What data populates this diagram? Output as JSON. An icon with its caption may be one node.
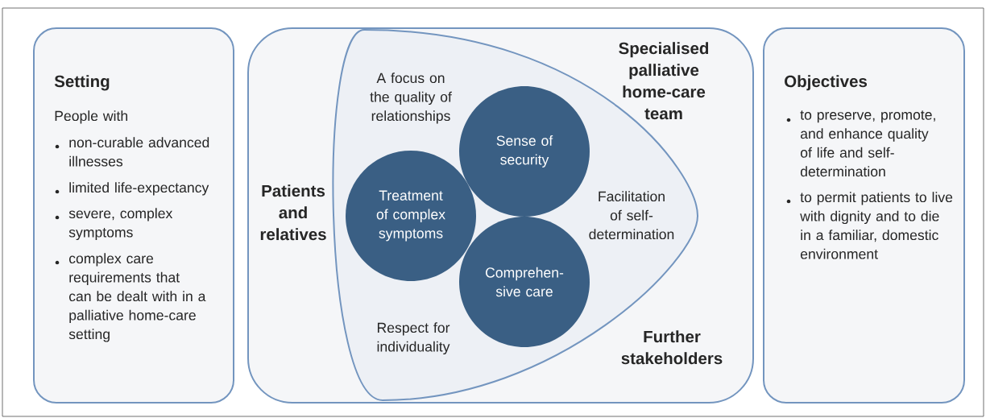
{
  "diagram": {
    "nodes": [
      {
        "text": [
          "Setting",
          "People with",
          "non-curable advanced illnesses",
          "limited life-expectancy",
          "severe, complex symptoms",
          "complex care requirements that can be dealt with in a palliative home-care setting"
        ]
      },
      {
        "text": [
          "Specialised palliative home-care team",
          "Patients and relatives",
          "Further stakeholders"
        ]
      },
      {
        "text": [
          "A focus on the quality of relationships",
          "Facilitation of self-determination",
          "Respect for individuality"
        ],
        "in": 1
      },
      {
        "text": [
          "Sense of security"
        ],
        "in": 2
      },
      {
        "text": [
          "Treatment of complex symptoms"
        ],
        "in": 2
      },
      {
        "text": [
          "Comprehen-sive care"
        ],
        "in": 2
      },
      {
        "text": [
          "Objectives",
          "to preserve, promote, and enhance quality of life and self-determination",
          "to permit patients to live with dignity and to die in a familiar, domestic environment"
        ]
      }
    ],
    "edges": []
  }
}
